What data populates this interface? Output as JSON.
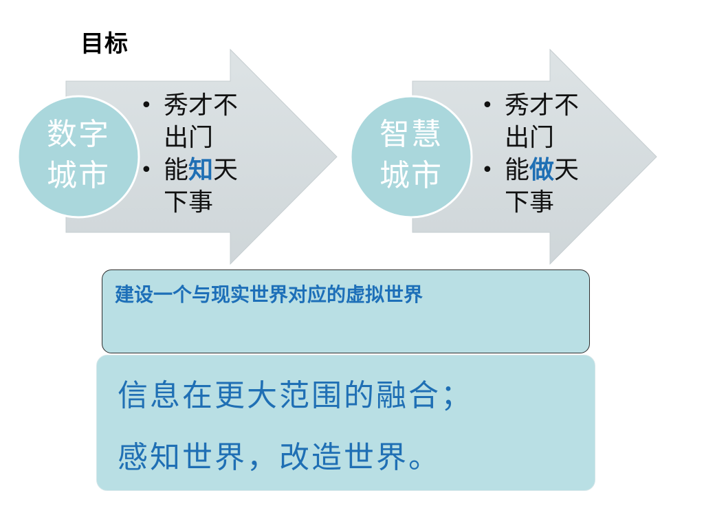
{
  "title": "目标",
  "arrows": [
    {
      "circle_lines": [
        "数字",
        "城市"
      ],
      "bullets": [
        {
          "lines": [
            "秀才不",
            "出门"
          ]
        },
        {
          "pre": "能",
          "highlight": "知",
          "post": "天",
          "line2": "下事"
        }
      ]
    },
    {
      "circle_lines": [
        "智慧",
        "城市"
      ],
      "bullets": [
        {
          "lines": [
            "秀才不",
            "出门"
          ]
        },
        {
          "pre": "能",
          "highlight": "做",
          "post": "天",
          "line2": "下事"
        }
      ]
    }
  ],
  "box1_text": "建设一个与现实世界对应的虚拟世界",
  "box2_lines": [
    "信息在更大范围的融合；",
    "感知世界，改造世界。"
  ],
  "colors": {
    "arrow_fill": "#d6dcdf",
    "circle_fill": "#aad7dc",
    "box_fill": "#b9dfe4",
    "highlight": "#1f6fb4"
  }
}
